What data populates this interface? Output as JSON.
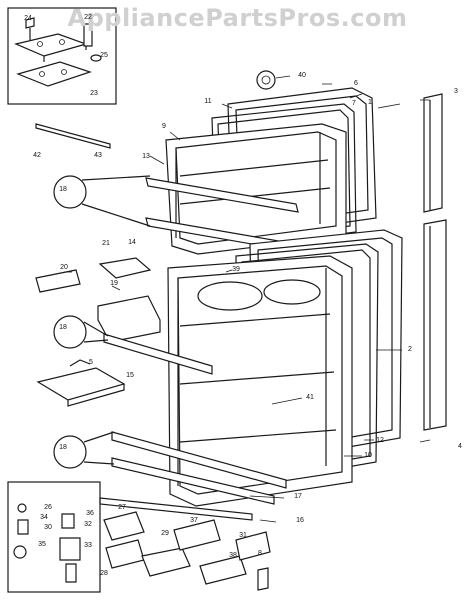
{
  "watermark": "AppliancePartsPros.com",
  "callouts": [
    {
      "id": "24",
      "label": "24"
    },
    {
      "id": "22",
      "label": "22"
    },
    {
      "id": "25",
      "label": "25"
    },
    {
      "id": "23",
      "label": "23"
    },
    {
      "id": "40",
      "label": "40"
    },
    {
      "id": "6",
      "label": "6"
    },
    {
      "id": "7",
      "label": "7"
    },
    {
      "id": "1",
      "label": "1"
    },
    {
      "id": "3",
      "label": "3"
    },
    {
      "id": "11",
      "label": "11"
    },
    {
      "id": "9",
      "label": "9"
    },
    {
      "id": "42",
      "label": "42"
    },
    {
      "id": "43",
      "label": "43"
    },
    {
      "id": "13",
      "label": "13"
    },
    {
      "id": "18a",
      "label": "18"
    },
    {
      "id": "14",
      "label": "14"
    },
    {
      "id": "21",
      "label": "21"
    },
    {
      "id": "39",
      "label": "39"
    },
    {
      "id": "20",
      "label": "20"
    },
    {
      "id": "19",
      "label": "19"
    },
    {
      "id": "18b",
      "label": "18"
    },
    {
      "id": "15",
      "label": "15"
    },
    {
      "id": "2",
      "label": "2"
    },
    {
      "id": "5",
      "label": "5"
    },
    {
      "id": "41",
      "label": "41"
    },
    {
      "id": "18c",
      "label": "18"
    },
    {
      "id": "12",
      "label": "12"
    },
    {
      "id": "4",
      "label": "4"
    },
    {
      "id": "10",
      "label": "10"
    },
    {
      "id": "17",
      "label": "17"
    },
    {
      "id": "16",
      "label": "16"
    },
    {
      "id": "26",
      "label": "26"
    },
    {
      "id": "36",
      "label": "36"
    },
    {
      "id": "34",
      "label": "34"
    },
    {
      "id": "32",
      "label": "32"
    },
    {
      "id": "30",
      "label": "30"
    },
    {
      "id": "35",
      "label": "35"
    },
    {
      "id": "33",
      "label": "33"
    },
    {
      "id": "27",
      "label": "27"
    },
    {
      "id": "29",
      "label": "29"
    },
    {
      "id": "37",
      "label": "37"
    },
    {
      "id": "31",
      "label": "31"
    },
    {
      "id": "38",
      "label": "38"
    },
    {
      "id": "8",
      "label": "8"
    },
    {
      "id": "28",
      "label": "28"
    }
  ]
}
